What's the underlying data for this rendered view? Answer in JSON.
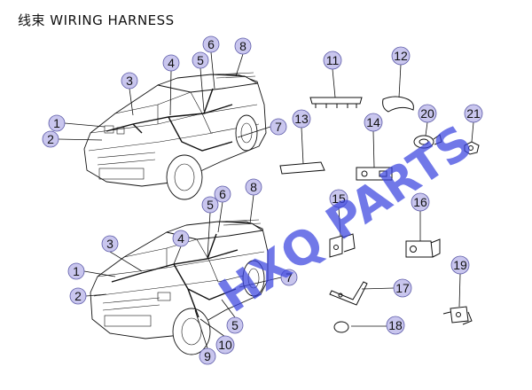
{
  "title": "线束 WIRING HARNESS",
  "watermark": "HXQ PARTS",
  "upper_vehicle_callouts": [
    "1",
    "2",
    "3",
    "4",
    "5",
    "6",
    "8",
    "7"
  ],
  "lower_vehicle_callouts": [
    "1",
    "2",
    "3",
    "4",
    "5",
    "6",
    "8",
    "7",
    "5",
    "10",
    "9"
  ],
  "part_callouts": [
    "11",
    "12",
    "13",
    "14",
    "20",
    "21",
    "15",
    "16",
    "17",
    "19",
    "18"
  ]
}
